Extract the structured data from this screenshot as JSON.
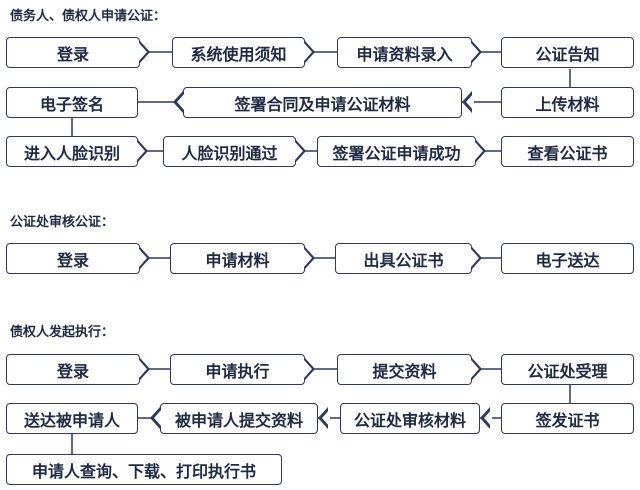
{
  "section1": {
    "title": "债务人、债权人申请公证：",
    "steps": [
      "登录",
      "系统使用须知",
      "申请资料录入",
      "公证告知",
      "上传材料",
      "签署合同及申请公证材料",
      "电子签名",
      "进入人脸识别",
      "人脸识别通过",
      "签署公证申请成功",
      "查看公证书"
    ]
  },
  "section2": {
    "title": "公证处审核公证：",
    "steps": [
      "登录",
      "申请材料",
      "出具公证书",
      "电子送达"
    ]
  },
  "section3": {
    "title": "债权人发起执行：",
    "steps": [
      "登录",
      "申请执行",
      "提交资料",
      "公证处受理",
      "签发证书",
      "公证处审核材料",
      "被申请人提交资料",
      "送达被申请人",
      "申请人查询、下载、打印执行书"
    ]
  },
  "colors": {
    "border": "#2f3a5a",
    "text": "#1f2a44",
    "background": "#ffffff"
  }
}
